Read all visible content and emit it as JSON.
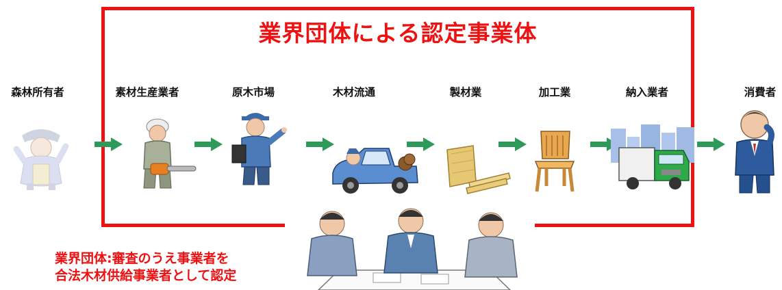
{
  "title": "業界団体による認定事業体",
  "stages": [
    {
      "id": "forest-owner",
      "label": "森林所有者",
      "icon": "forest-owner-figure-icon"
    },
    {
      "id": "log-producer",
      "label": "素材生産業者",
      "icon": "chainsaw-worker-icon"
    },
    {
      "id": "log-market",
      "label": "原木市場",
      "icon": "clipboard-worker-icon"
    },
    {
      "id": "timber-distribution",
      "label": "木材流通",
      "icon": "log-truck-icon"
    },
    {
      "id": "sawmill",
      "label": "製材業",
      "icon": "lumber-boards-icon"
    },
    {
      "id": "processing",
      "label": "加工業",
      "icon": "wooden-chair-icon"
    },
    {
      "id": "supplier",
      "label": "納入業者",
      "icon": "delivery-truck-city-icon"
    },
    {
      "id": "consumer",
      "label": "消費者",
      "icon": "businessman-phone-icon"
    }
  ],
  "note": {
    "line1": "業界団体:審査のうえ事業者を",
    "line2": "合法木材供給事業者として認定"
  },
  "colors": {
    "frame": "#ee1111",
    "arrow": "#2e9a5a",
    "note": "#ee1111",
    "label": "#111111"
  }
}
